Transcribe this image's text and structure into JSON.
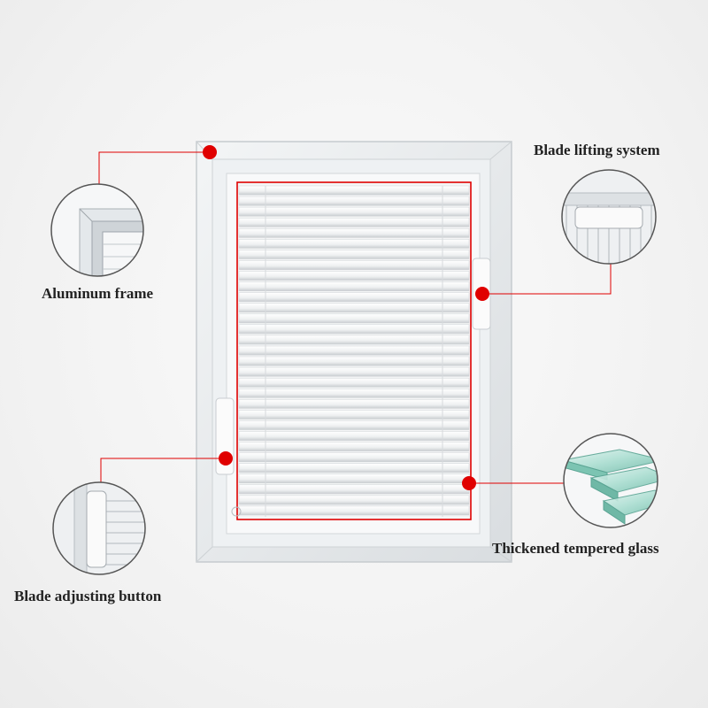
{
  "labels": {
    "aluminum_frame": "Aluminum frame",
    "blade_lifting_system": "Blade lifting system",
    "blade_adjusting_button": "Blade adjusting button",
    "thickened_tempered_glass": "Thickened tempered glass"
  },
  "colors": {
    "callout_red": "#e00000",
    "frame": "#e9ecef",
    "blind": "#f6f7f8",
    "glass": "#9fd6c9"
  },
  "blind": {
    "slat_count": 31
  }
}
